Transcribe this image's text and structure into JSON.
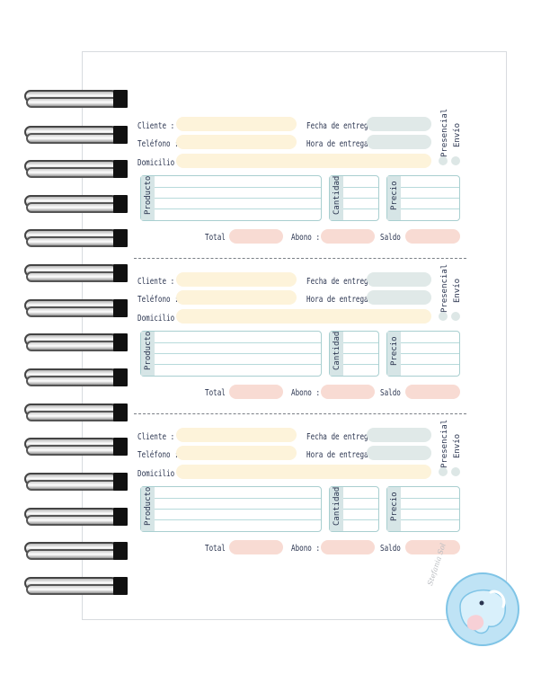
{
  "form": {
    "labels": {
      "cliente": "Cliente :",
      "telefono": "Teléfono :",
      "domicilio": "Domicilio :",
      "fecha_entrega": "Fecha de entrega",
      "hora_entrega": "Hora de entrega :",
      "presencial": "Presencial",
      "envio": "Envío",
      "producto": "Producto",
      "cantidad": "Cantidad",
      "precio": "Precio",
      "total": "Total :",
      "abono": "Abono :",
      "saldo": "Saldo :"
    },
    "sections_count": 3
  },
  "branding": {
    "signature": "Stefania Sol"
  },
  "colors": {
    "cream": "#fdf3da",
    "greyblue": "#e0e9e8",
    "peach": "#f8dbd3",
    "table_border": "#a9cfd0",
    "table_side": "#d6e5e6",
    "logo_blue": "#bfe3f5"
  }
}
